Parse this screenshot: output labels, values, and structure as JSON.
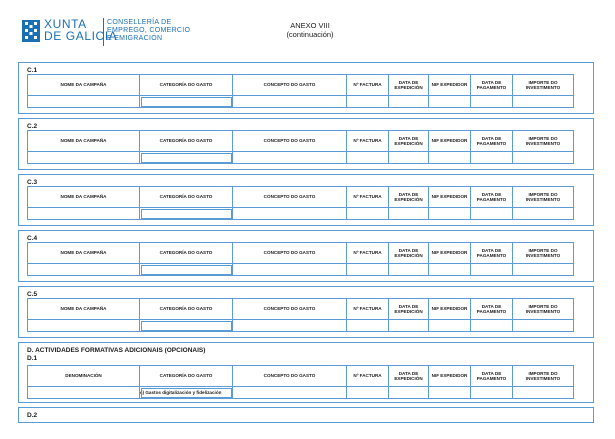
{
  "header": {
    "brand_line1": "XUNTA",
    "brand_line2": "DE GALICIA",
    "dept_line1": "CONSELLERÍA DE",
    "dept_line2": "EMPREGO, COMERCIO",
    "dept_line3": "E EMIGRACIÓN",
    "title_line1": "ANEXO VIII",
    "title_line2": "(continuación)",
    "brand_color": "#1a6fb5",
    "border_color": "#5b9bd5"
  },
  "columns": [
    "NOME DA CAMPAÑA",
    "CATEGORÍA DO GASTO",
    "CONCEPTO DO GASTO",
    "Nº FACTURA",
    "DATA DE EXPEDICIÓN",
    "NIF EXPEDIDOR",
    "DATA DE PAGAMENTO",
    "IMPORTE DO INVESTIMENTO"
  ],
  "sections_c": [
    {
      "label": "C.1"
    },
    {
      "label": "C.2"
    },
    {
      "label": "C.3"
    },
    {
      "label": "C.4"
    },
    {
      "label": "C.5"
    }
  ],
  "section_d": {
    "heading": "D. ACTIVIDADES FORMATIVAS ADICIONAIS (OPCIONAIS)",
    "sub_label": "D.1",
    "first_column": "DENOMINACIÓN",
    "category_value": "c) Gastos digitalización y fidelización"
  },
  "section_d2": {
    "label": "D.2"
  }
}
